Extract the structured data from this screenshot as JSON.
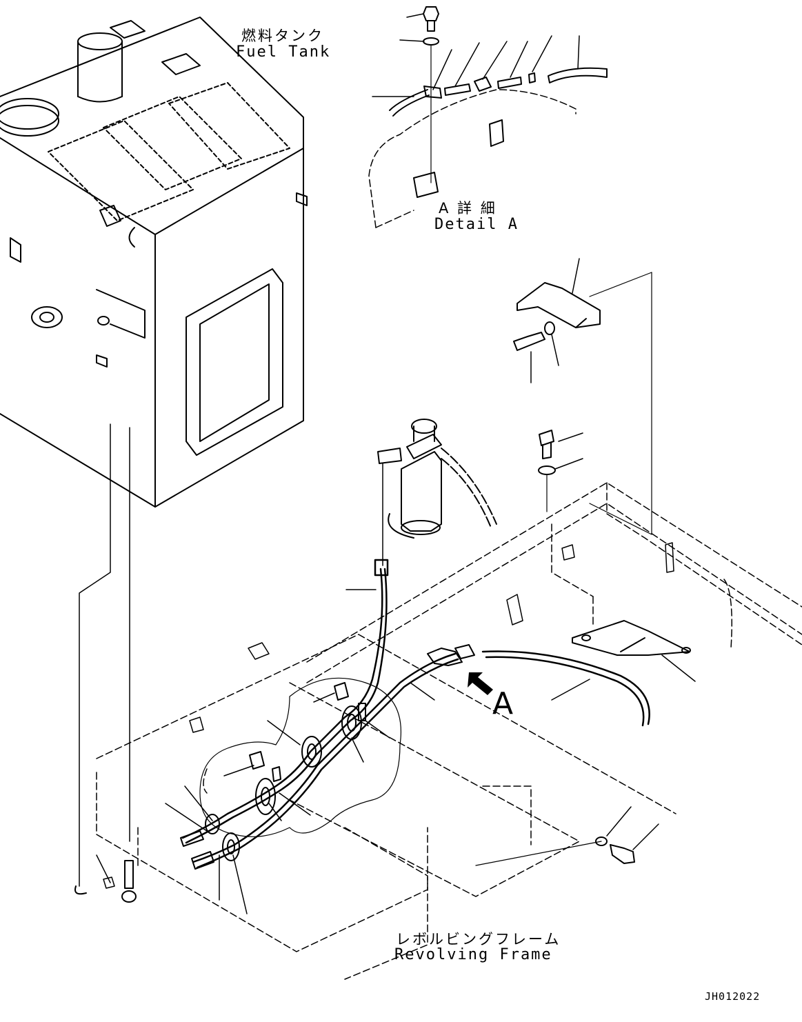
{
  "labels": {
    "fuel_tank_jp": "燃料タンク",
    "fuel_tank_en": "Fuel Tank",
    "detail_a_jp": "A 詳 細",
    "detail_a_en": "Detail A",
    "revolving_frame_jp": "レボルビングフレーム",
    "revolving_frame_en": "Revolving Frame",
    "view_arrow_letter": "A"
  },
  "drawing_number": "JH012022"
}
